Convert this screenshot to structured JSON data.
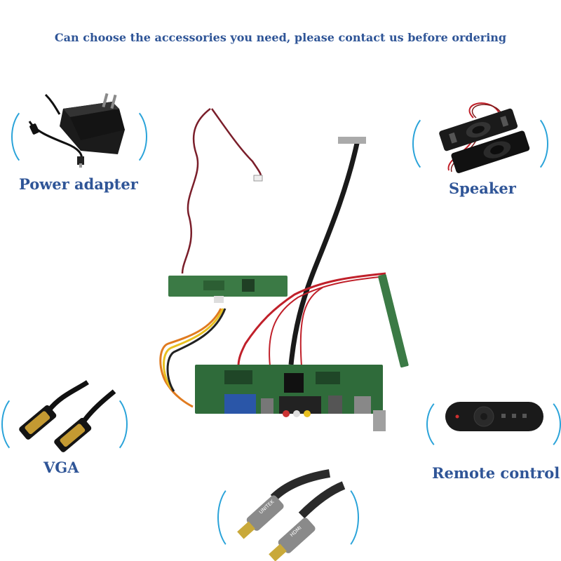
{
  "headline": "Can choose the accessories you need, please contact us before ordering",
  "accessories": {
    "power_adapter": "Power adapter",
    "speaker": "Speaker",
    "vga": "VGA",
    "remote_control": "Remote control"
  },
  "product_markings": {
    "hdmi_brand": "UNITEK",
    "hdmi_connector": "HDMI"
  },
  "colors": {
    "label_text": "#2f5597",
    "bracket_accent": "#2aa3d9",
    "pcb_green": "#2f6b3a",
    "red_wire": "#c0202a",
    "black_cable": "#1a1a1a"
  }
}
